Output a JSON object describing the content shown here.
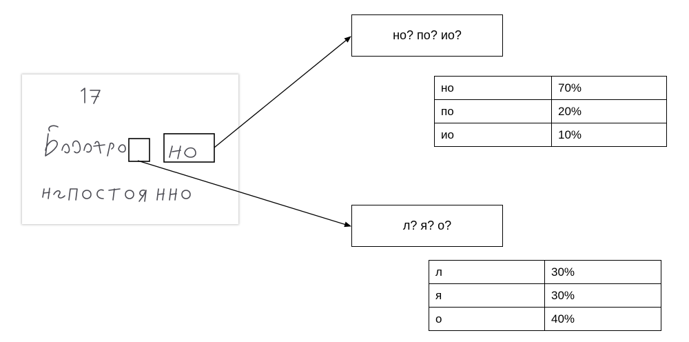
{
  "scan": {
    "lines": [
      "17",
      "Быстро но",
      "непостоянно"
    ]
  },
  "hypotheses": {
    "top": {
      "label": "но? по? ио?",
      "table": [
        {
          "option": "но",
          "prob": "70%"
        },
        {
          "option": "по",
          "prob": "20%"
        },
        {
          "option": "ио",
          "prob": "10%"
        }
      ]
    },
    "bottom": {
      "label": "л? я? о?",
      "table": [
        {
          "option": "л",
          "prob": "30%"
        },
        {
          "option": "я",
          "prob": "30%"
        },
        {
          "option": "о",
          "prob": "40%"
        }
      ]
    }
  }
}
